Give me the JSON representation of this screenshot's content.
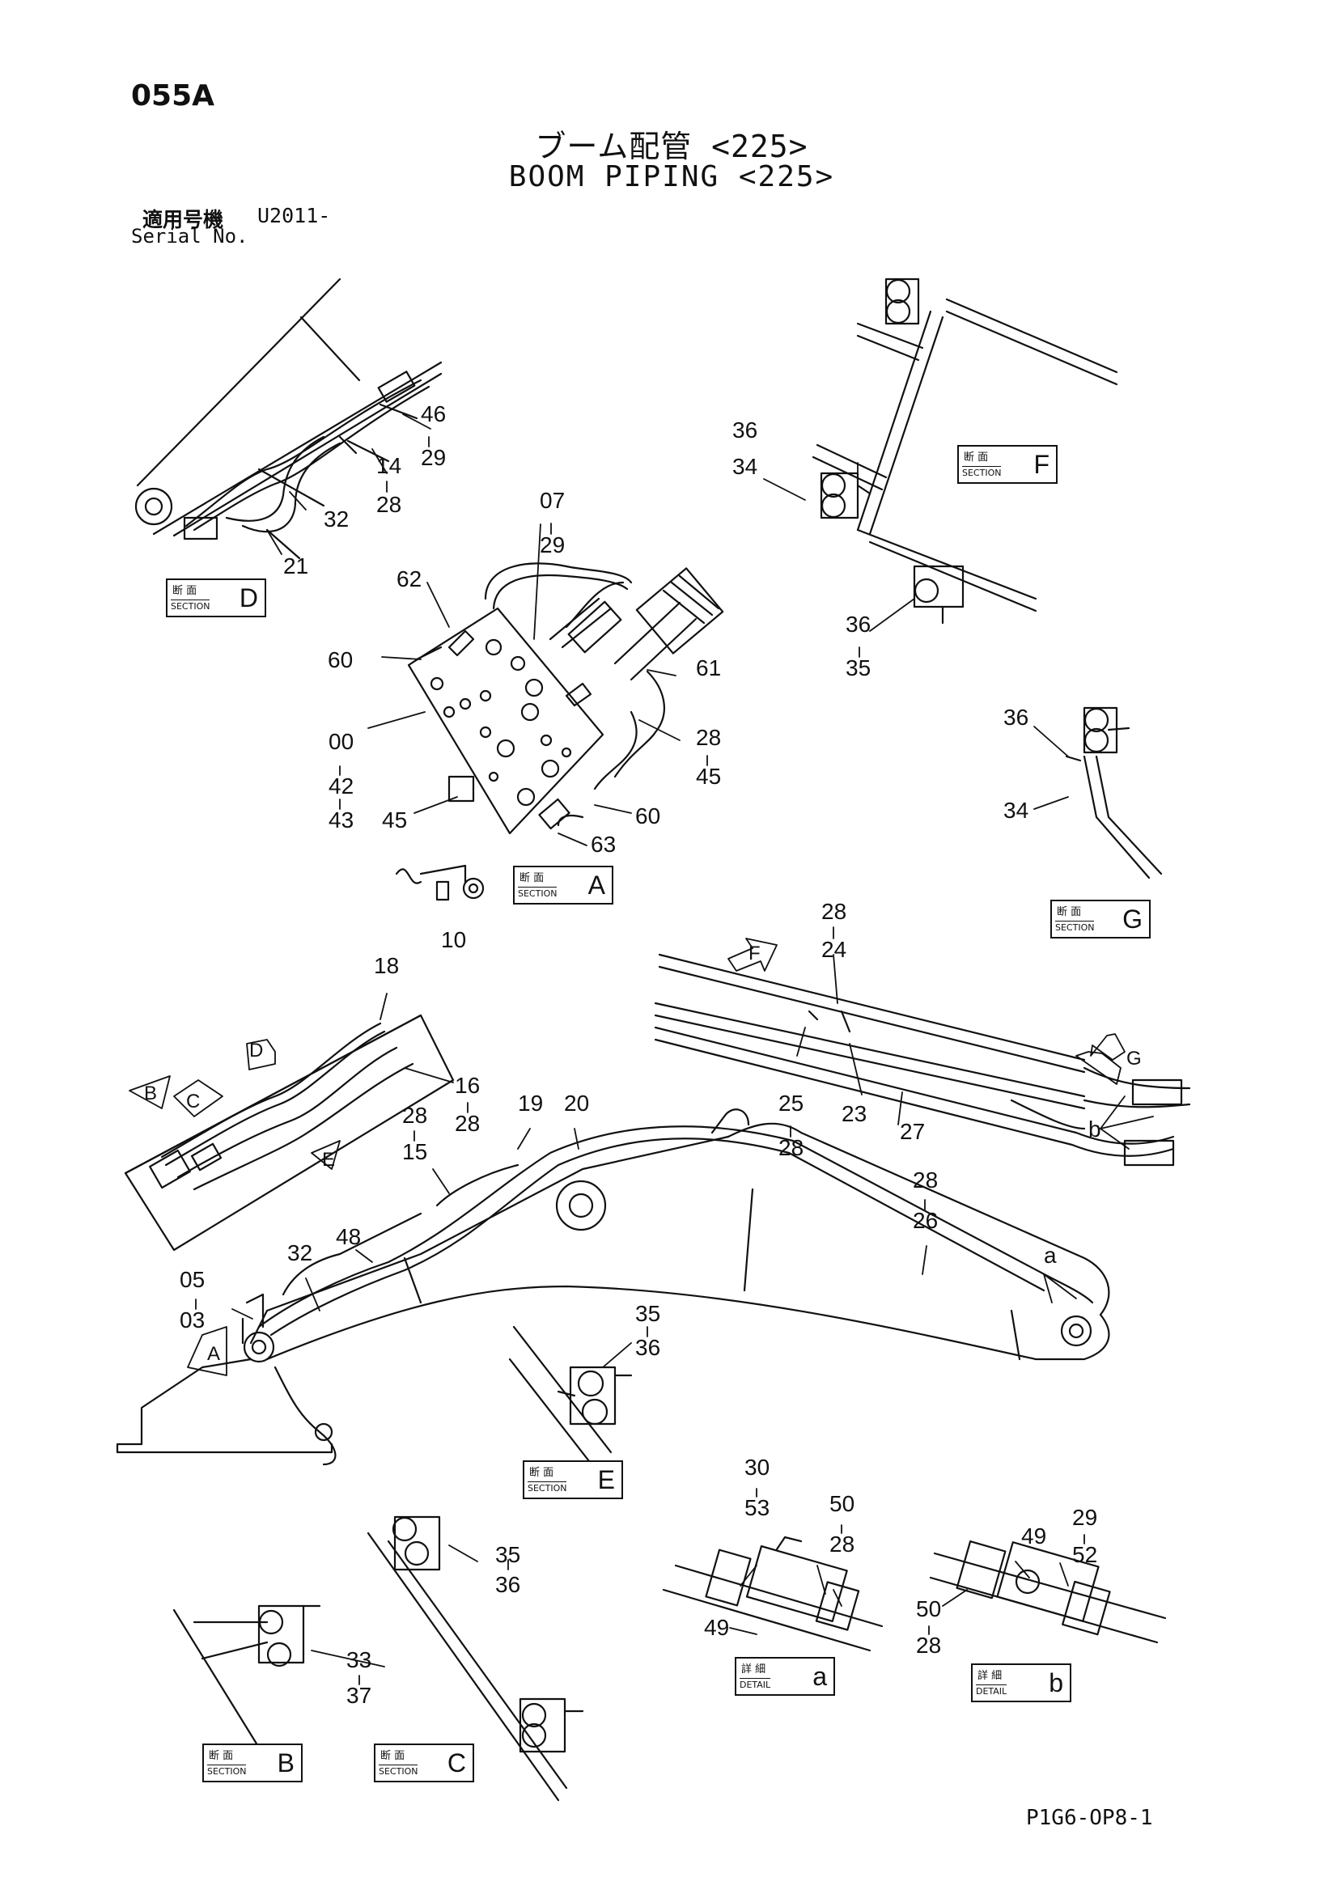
{
  "header": {
    "page_code": "055A",
    "title_jp": "ブーム配管 <225>",
    "title_en": "BOOM PIPING <225>",
    "serial_label_jp": "適用号機",
    "serial_value": "U2011-",
    "serial_label_en": "Serial No."
  },
  "footer": {
    "drawing_code": "P1G6-OP8-1"
  },
  "callouts": [
    {
      "id": "c01",
      "text": "46"
    },
    {
      "id": "c02",
      "text": "29"
    },
    {
      "id": "c03",
      "text": "14"
    },
    {
      "id": "c04",
      "text": "28"
    },
    {
      "id": "c05",
      "text": "32"
    },
    {
      "id": "c06",
      "text": "21"
    },
    {
      "id": "c07",
      "text": "07"
    },
    {
      "id": "c08",
      "text": "29"
    },
    {
      "id": "c09",
      "text": "62"
    },
    {
      "id": "c10",
      "text": "60"
    },
    {
      "id": "c11",
      "text": "61"
    },
    {
      "id": "c12",
      "text": "00"
    },
    {
      "id": "c13",
      "text": "42"
    },
    {
      "id": "c14",
      "text": "43"
    },
    {
      "id": "c15",
      "text": "28"
    },
    {
      "id": "c16",
      "text": "45"
    },
    {
      "id": "c17",
      "text": "45"
    },
    {
      "id": "c18",
      "text": "60"
    },
    {
      "id": "c19",
      "text": "63"
    },
    {
      "id": "c20",
      "text": "10"
    },
    {
      "id": "c21",
      "text": "36"
    },
    {
      "id": "c22",
      "text": "34"
    },
    {
      "id": "c23",
      "text": "36"
    },
    {
      "id": "c24",
      "text": "35"
    },
    {
      "id": "c25",
      "text": "36"
    },
    {
      "id": "c26",
      "text": "34"
    },
    {
      "id": "c27",
      "text": "28"
    },
    {
      "id": "c28",
      "text": "24"
    },
    {
      "id": "c29",
      "text": "18"
    },
    {
      "id": "c30",
      "text": "16"
    },
    {
      "id": "c31",
      "text": "28"
    },
    {
      "id": "c32",
      "text": "28"
    },
    {
      "id": "c33",
      "text": "15"
    },
    {
      "id": "c34",
      "text": "19"
    },
    {
      "id": "c35",
      "text": "20"
    },
    {
      "id": "c36",
      "text": "25"
    },
    {
      "id": "c37",
      "text": "28"
    },
    {
      "id": "c38",
      "text": "23"
    },
    {
      "id": "c39",
      "text": "27"
    },
    {
      "id": "c40",
      "text": "b"
    },
    {
      "id": "c41",
      "text": "28"
    },
    {
      "id": "c42",
      "text": "26"
    },
    {
      "id": "c43",
      "text": "32"
    },
    {
      "id": "c44",
      "text": "48"
    },
    {
      "id": "c45",
      "text": "05"
    },
    {
      "id": "c46",
      "text": "03"
    },
    {
      "id": "c47",
      "text": "a"
    },
    {
      "id": "c48",
      "text": "35"
    },
    {
      "id": "c49",
      "text": "36"
    },
    {
      "id": "c50",
      "text": "30"
    },
    {
      "id": "c51",
      "text": "53"
    },
    {
      "id": "c52",
      "text": "50"
    },
    {
      "id": "c53",
      "text": "28"
    },
    {
      "id": "c54",
      "text": "49"
    },
    {
      "id": "c55",
      "text": "29"
    },
    {
      "id": "c56",
      "text": "49"
    },
    {
      "id": "c57",
      "text": "52"
    },
    {
      "id": "c58",
      "text": "50"
    },
    {
      "id": "c59",
      "text": "28"
    },
    {
      "id": "c60",
      "text": "35"
    },
    {
      "id": "c61",
      "text": "36"
    },
    {
      "id": "c62",
      "text": "33"
    },
    {
      "id": "c63",
      "text": "37"
    }
  ],
  "section_tags": [
    {
      "id": "sD",
      "jp": "断 面",
      "en": "SECTION",
      "letter": "D"
    },
    {
      "id": "sA",
      "jp": "断 面",
      "en": "SECTION",
      "letter": "A"
    },
    {
      "id": "sF",
      "jp": "断 面",
      "en": "SECTION",
      "letter": "F"
    },
    {
      "id": "sG",
      "jp": "断 面",
      "en": "SECTION",
      "letter": "G"
    },
    {
      "id": "sE",
      "jp": "断 面",
      "en": "SECTION",
      "letter": "E"
    },
    {
      "id": "da",
      "jp": "詳 細",
      "en": "DETAIL",
      "letter": "a"
    },
    {
      "id": "db",
      "jp": "詳 細",
      "en": "DETAIL",
      "letter": "b"
    },
    {
      "id": "sB",
      "jp": "断 面",
      "en": "SECTION",
      "letter": "B"
    },
    {
      "id": "sC",
      "jp": "断 面",
      "en": "SECTION",
      "letter": "C"
    }
  ],
  "view_markers": [
    {
      "id": "vF",
      "text": "F"
    },
    {
      "id": "vG",
      "text": "G"
    },
    {
      "id": "vD",
      "text": "D"
    },
    {
      "id": "vB",
      "text": "B"
    },
    {
      "id": "vC",
      "text": "C"
    },
    {
      "id": "vE",
      "text": "E"
    },
    {
      "id": "vA",
      "text": "A"
    }
  ]
}
